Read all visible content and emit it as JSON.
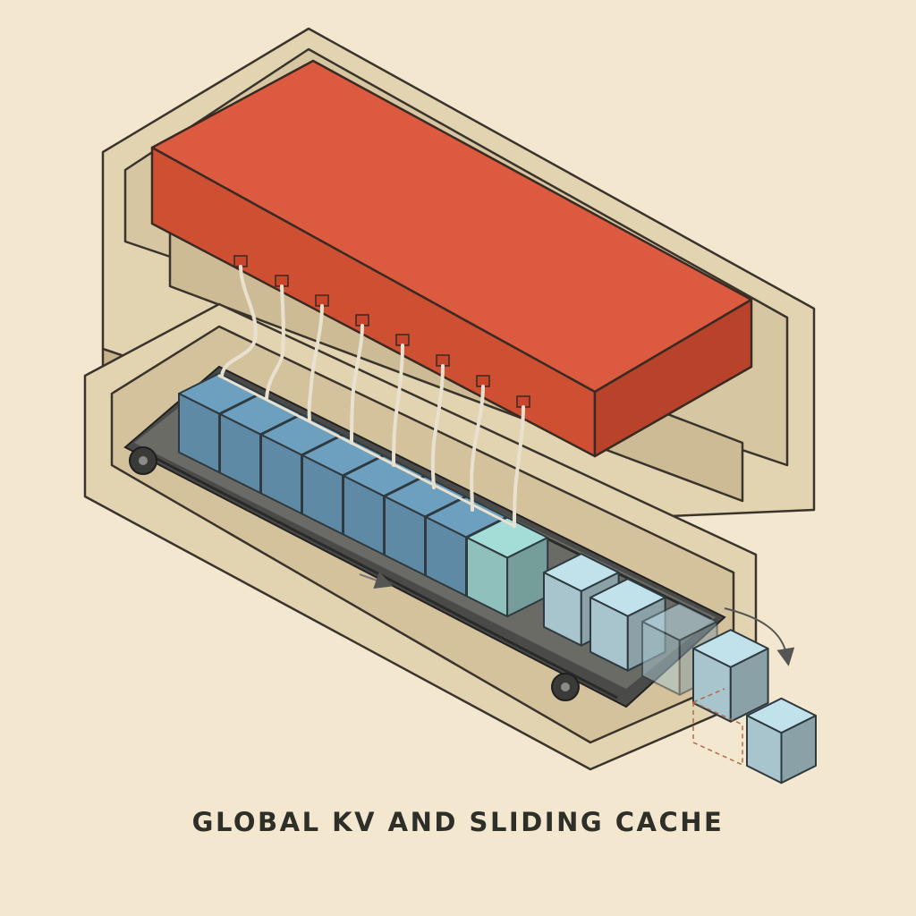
{
  "figure": {
    "caption": "GLOBAL KV AND SLIDING CACHE",
    "colors": {
      "background": "#f3e8cf",
      "housing": "#e3d4b1",
      "global_kv_block": "#d9533a",
      "cache_cube": "#5f8aa5",
      "newest_cube": "#8fc0bb",
      "evicted_cube": "#a8c4cc",
      "belt": "#4a4a48"
    },
    "cache_cube_count": 8,
    "exiting_cube_count": 3,
    "evicted_cube_count": 1
  }
}
